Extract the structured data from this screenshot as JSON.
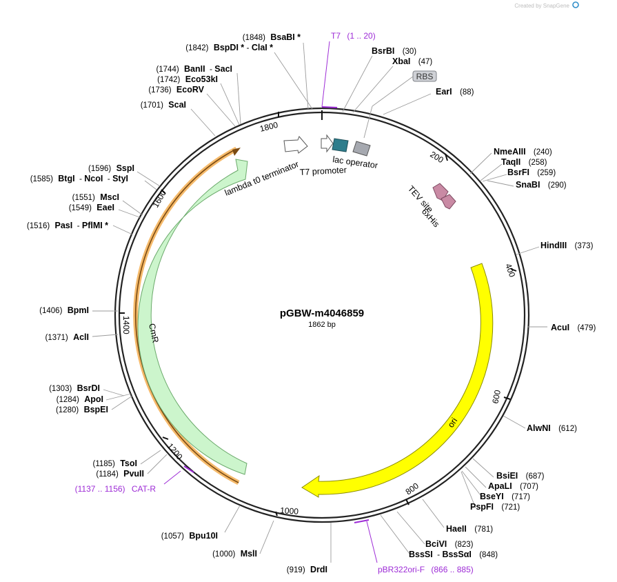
{
  "watermark": "Created by SnapGene",
  "plasmid": {
    "name": "pGBW-m4046859",
    "length_label": "1862 bp"
  },
  "ticks": [
    "1800",
    "200",
    "400",
    "600",
    "800",
    "1000",
    "1200",
    "1400",
    "1600"
  ],
  "features": {
    "cmr": "CmR",
    "ori": "ori",
    "lambda": "lambda t0 terminator",
    "t7promoter": "T7 promoter",
    "lacoperator": "lac operator",
    "tev": "TEV site",
    "his": "6xHis",
    "rbs": "RBS"
  },
  "sites": {
    "bsabi": {
      "pos": "(1848)",
      "name": "BsaBI",
      "star": "*"
    },
    "bspdi": {
      "pos": "(1842)",
      "name": "BspDI",
      "star": "*",
      "sep": "-",
      "name2": "ClaI",
      "star2": "*"
    },
    "banii": {
      "pos": "(1744)",
      "name": "BanII",
      "sep": "-",
      "name2": "SacI"
    },
    "eco53ki": {
      "pos": "(1742)",
      "name": "Eco53kI"
    },
    "ecorv": {
      "pos": "(1736)",
      "name": "EcoRV"
    },
    "scai": {
      "pos": "(1701)",
      "name": "ScaI"
    },
    "sspi": {
      "pos": "(1596)",
      "name": "SspI"
    },
    "btgi": {
      "pos": "(1585)",
      "name": "BtgI",
      "sep": "-",
      "name2": "NcoI",
      "sep2": "-",
      "name3": "StyI"
    },
    "msci": {
      "pos": "(1551)",
      "name": "MscI"
    },
    "eaei": {
      "pos": "(1549)",
      "name": "EaeI"
    },
    "pasi": {
      "pos": "(1516)",
      "name": "PasI",
      "sep": "-",
      "name2": "PflMI",
      "star2": "*"
    },
    "bpmi": {
      "pos": "(1406)",
      "name": "BpmI"
    },
    "acli": {
      "pos": "(1371)",
      "name": "AclI"
    },
    "bsrdi": {
      "pos": "(1303)",
      "name": "BsrDI"
    },
    "apoi": {
      "pos": "(1284)",
      "name": "ApoI"
    },
    "bspei": {
      "pos": "(1280)",
      "name": "BspEI"
    },
    "tsoi": {
      "pos": "(1185)",
      "name": "TsoI"
    },
    "pvuii": {
      "pos": "(1184)",
      "name": "PvuII"
    },
    "bpu10i": {
      "pos": "(1057)",
      "name": "Bpu10I"
    },
    "msli": {
      "pos": "(1000)",
      "name": "MslI"
    },
    "drdi": {
      "pos": "(919)",
      "name": "DrdI"
    },
    "bsrbi": {
      "name": "BsrBI",
      "pos": "(30)"
    },
    "xbai": {
      "name": "XbaI",
      "pos": "(47)"
    },
    "eari": {
      "name": "EarI",
      "pos": "(88)"
    },
    "nmeaiii": {
      "name": "NmeAIII",
      "pos": "(240)"
    },
    "taqii": {
      "name": "TaqII",
      "pos": "(258)"
    },
    "bsrfi": {
      "name": "BsrFI",
      "pos": "(259)"
    },
    "snabi": {
      "name": "SnaBI",
      "pos": "(290)"
    },
    "hindiii": {
      "name": "HindIII",
      "pos": "(373)"
    },
    "acui": {
      "name": "AcuI",
      "pos": "(479)"
    },
    "alwni": {
      "name": "AlwNI",
      "pos": "(612)"
    },
    "bsiei": {
      "name": "BsiEI",
      "pos": "(687)"
    },
    "apali": {
      "name": "ApaLI",
      "pos": "(707)"
    },
    "bseyi": {
      "name": "BseYI",
      "pos": "(717)"
    },
    "pspfi": {
      "name": "PspFI",
      "pos": "(721)"
    },
    "haeii": {
      "name": "HaeII",
      "pos": "(781)"
    },
    "bcivi": {
      "name": "BciVI",
      "pos": "(823)"
    },
    "bsssi": {
      "name": "BssSI",
      "sep": "-",
      "name2": "BssSαI",
      "pos": "(848)"
    }
  },
  "primers": {
    "t7": {
      "name": "T7",
      "range": "(1 .. 20)"
    },
    "catr": {
      "range": "(1137 .. 1156)",
      "name": "CAT-R"
    },
    "pbr": {
      "name": "pBR322ori-F",
      "range": "(866 .. 885)"
    }
  },
  "colors": {
    "backbone": "#222222",
    "cmr_fill": "#ccf5cc",
    "cmr_stroke": "#7bb87b",
    "ori_fill": "#ffff00",
    "ori_stroke": "#8a8a00",
    "primer": "#9d2bd6",
    "lacop": "#2e7d8c",
    "rbs": "#a6a9b0",
    "tev": "#c98aa4",
    "orf_orange": "#f2a33a",
    "orf_brown": "#7a4a12"
  }
}
